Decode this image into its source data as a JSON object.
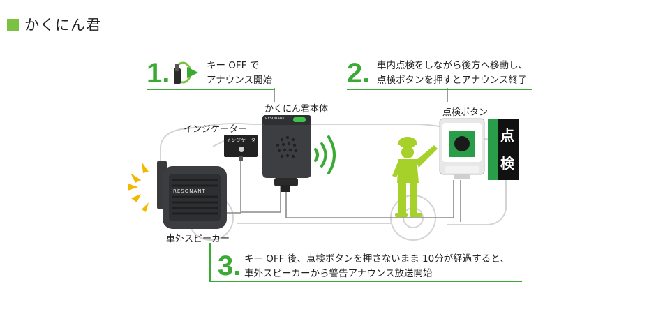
{
  "header": {
    "title": "かくにん君"
  },
  "steps": [
    {
      "num": "1.",
      "line1": "キー OFF で",
      "line2": "アナウンス開始"
    },
    {
      "num": "2.",
      "line1": "車内点検をしながら後方へ移動し、",
      "line2": "点検ボタンを押すとアナウンス終了"
    },
    {
      "num": "3.",
      "line1": "キー OFF 後、点検ボタンを押さないまま 10分が経過すると、",
      "line2": "車外スピーカーから警告アナウンス放送開始"
    }
  ],
  "labels": {
    "main_unit": "かくにん君本体",
    "indicator": "インジケーター",
    "indicator_badge": "インジケーター",
    "inspection_button": "点検ボタン",
    "speaker": "車外スピーカー",
    "brand_unit": "RESONANT",
    "brand_speaker": "RESONANT",
    "sign_char1": "点",
    "sign_char2": "検"
  },
  "colors": {
    "accent": "#3aaa35",
    "figure": "#a6d12a",
    "button_green": "#2a9d4a",
    "warning": "#f5b800"
  }
}
